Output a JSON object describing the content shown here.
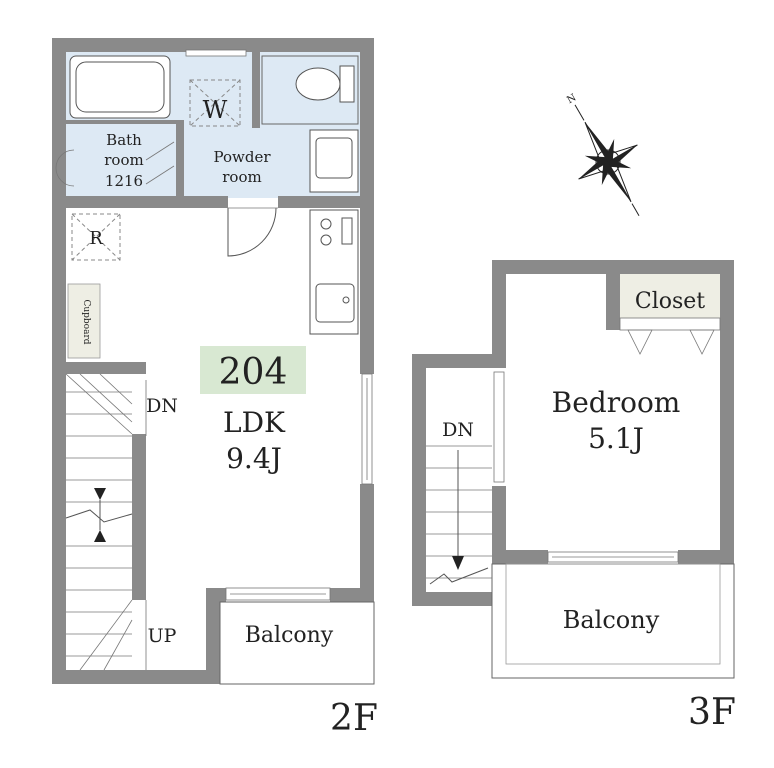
{
  "unit": {
    "number": "204",
    "badge_color": "#d8e8d2"
  },
  "floor2": {
    "floor_label": "2F",
    "bathroom_line1": "Bath",
    "bathroom_line2": "room",
    "bathroom_line3": "1216",
    "washer": "W",
    "powder_line1": "Powder",
    "powder_line2": "room",
    "fridge": "R",
    "cupboard": "Cupboard",
    "ldk": "LDK",
    "ldk_size": "9.4J",
    "stairs_down": "DN",
    "stairs_up": "UP",
    "balcony": "Balcony"
  },
  "floor3": {
    "floor_label": "3F",
    "closet": "Closet",
    "bedroom": "Bedroom",
    "bedroom_size": "5.1J",
    "stairs_down": "DN",
    "balcony": "Balcony"
  },
  "compass": {
    "north_mark": "N",
    "icon": "compass-rose-icon"
  },
  "colors": {
    "wall": "#8a8a8a",
    "wet_area": "#dde9f4",
    "cupboard": "#eeeee4",
    "closet": "#eeeee4"
  }
}
